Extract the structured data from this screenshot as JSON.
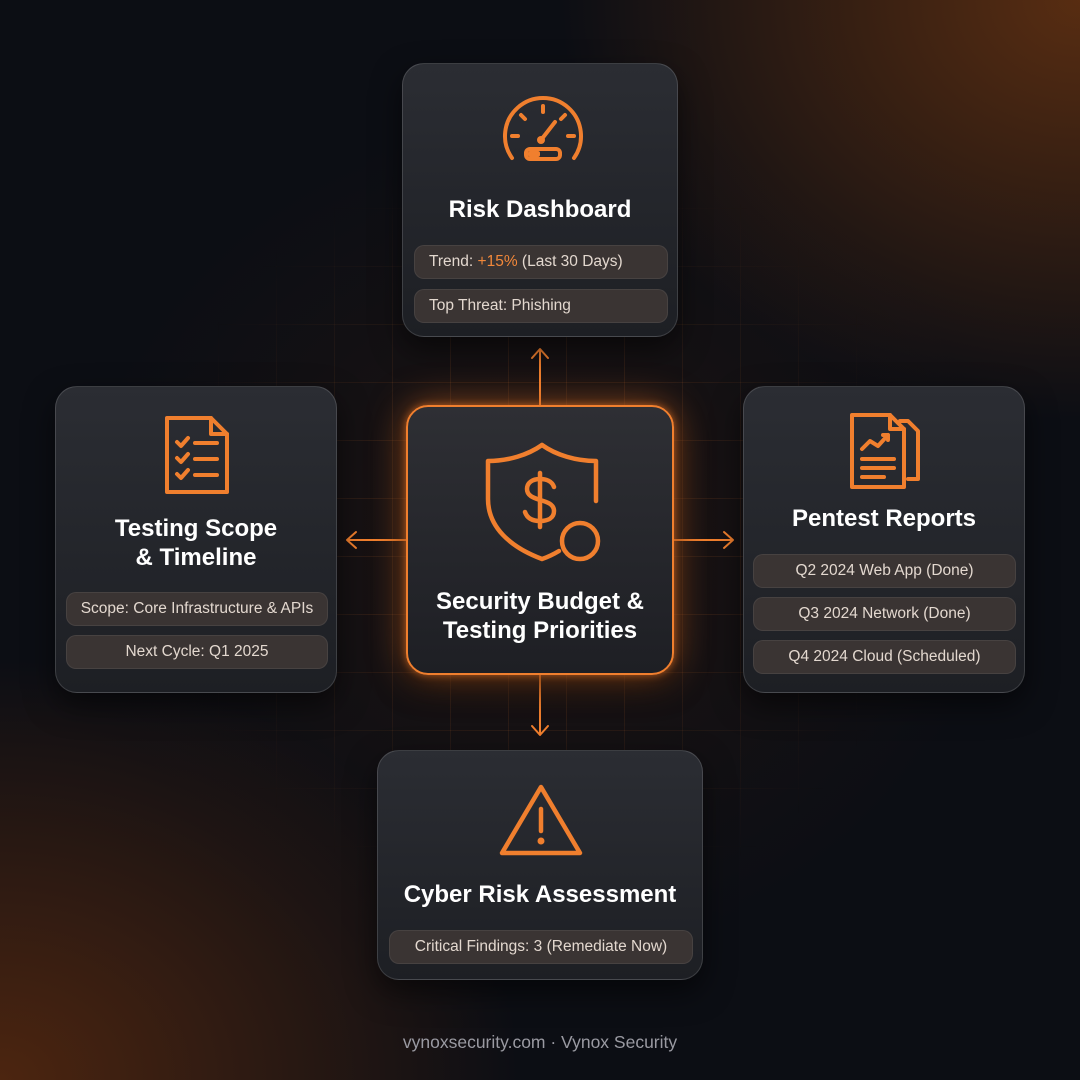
{
  "center": {
    "title_line1": "Security Budget &",
    "title_line2": "Testing Priorities",
    "icon": "shield-dollar-icon"
  },
  "risk_dashboard": {
    "title": "Risk Dashboard",
    "icon": "speedometer-gauge-icon",
    "trend_prefix": "Trend: ",
    "trend_value": "+15%",
    "trend_suffix": " (Last 30 Days)",
    "top_threat": "Top Threat: Phishing"
  },
  "testing_scope": {
    "title_line1": "Testing Scope",
    "title_line2": "& Timeline",
    "icon": "checklist-document-icon",
    "scope": "Scope: Core Infrastructure & APIs",
    "next_cycle": "Next Cycle: Q1 2025"
  },
  "pentest_reports": {
    "title": "Pentest Reports",
    "icon": "report-documents-icon",
    "items": [
      "Q2 2024 Web App (Done)",
      "Q3 2024 Network (Done)",
      "Q4 2024 Cloud (Scheduled)"
    ]
  },
  "cyber_risk": {
    "title": "Cyber Risk Assessment",
    "icon": "warning-triangle-icon",
    "finding": "Critical Findings: 3 (Remediate Now)"
  },
  "footer": "vynoxsecurity.com · Vynox Security",
  "colors": {
    "accent": "#f07f2e",
    "card": "#25272c",
    "pill": "#3a3433",
    "background": "#0c0e14"
  }
}
